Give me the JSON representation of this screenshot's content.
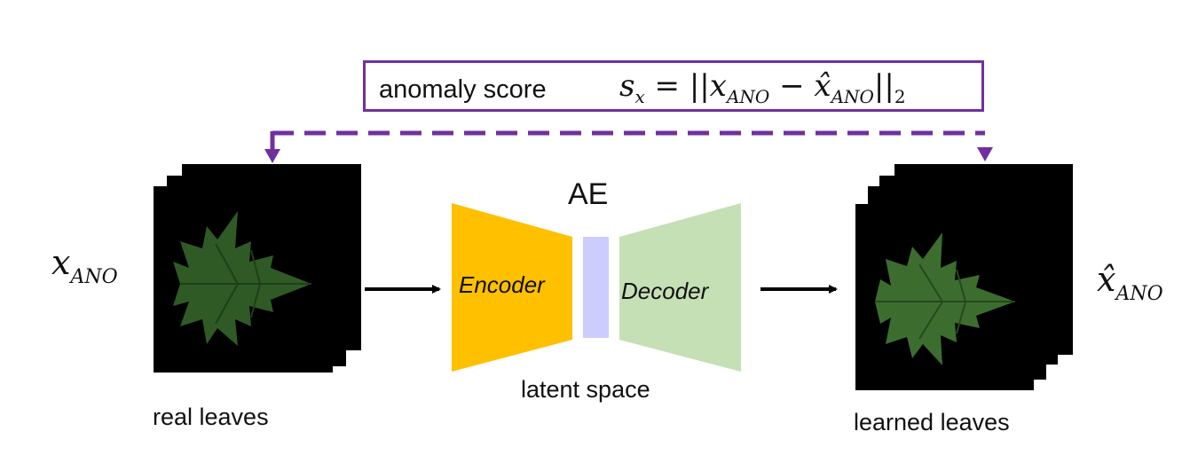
{
  "score_box": {
    "label": "anomaly score",
    "formula_prefix": "s",
    "formula_sub_x": "x",
    "formula_eq": " = ||",
    "formula_x": "x",
    "formula_sub_ano1": "ANO",
    "formula_minus": " − ",
    "formula_xhat": "x̂",
    "formula_sub_ano2": "ANO",
    "formula_norm": "||",
    "formula_sub_2": "2"
  },
  "input": {
    "symbol": "x",
    "symbol_sub": "ANO",
    "caption": "real leaves"
  },
  "autoencoder": {
    "title": "AE",
    "encoder_label": "Encoder",
    "decoder_label": "Decoder",
    "latent_caption": "latent space"
  },
  "output": {
    "symbol": "x̂",
    "symbol_sub": "ANO",
    "caption": "learned leaves"
  },
  "colors": {
    "score_border": "#7030a0",
    "encoder_fill": "#ffc000",
    "decoder_fill": "#c5e0b4",
    "latent_fill": "#ccccff",
    "leaf_fill": "#2f5a26",
    "arrow": "#000000"
  }
}
